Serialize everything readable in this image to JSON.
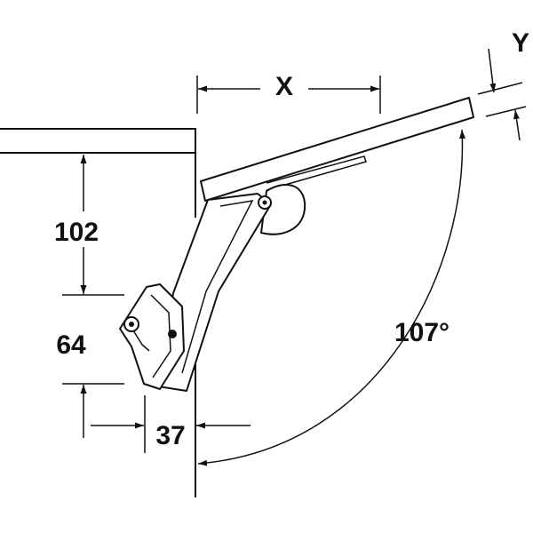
{
  "dimensions": {
    "x_label": "X",
    "y_label": "Y",
    "angle_label": "107°",
    "height_upper": "102",
    "height_lower": "64",
    "horizontal_offset": "37"
  },
  "colors": {
    "line": "#111111",
    "background": "#ffffff"
  }
}
